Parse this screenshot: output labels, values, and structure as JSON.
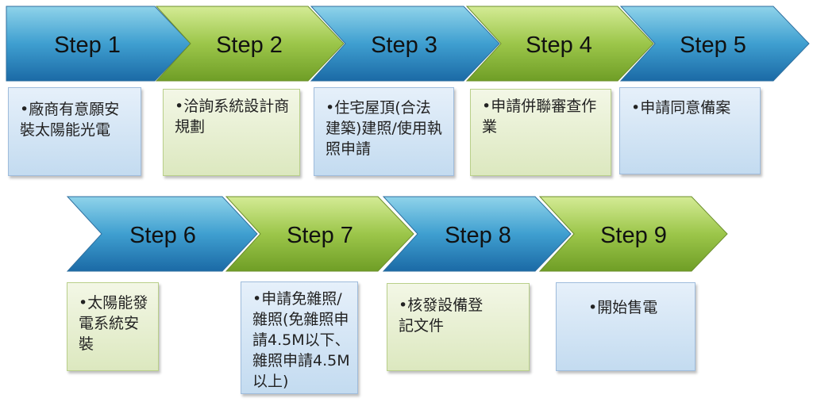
{
  "steps": [
    {
      "label": "Step 1",
      "text": "•廠商有意願安裝太陽能光電",
      "color": "blue"
    },
    {
      "label": "Step 2",
      "text": "•洽詢系統設計商規劃",
      "color": "green"
    },
    {
      "label": "Step 3",
      "text": "•住宅屋頂(合法建築)建照/使用執照申請",
      "color": "blue"
    },
    {
      "label": "Step 4",
      "text": "•申請併聯審查作業",
      "color": "green"
    },
    {
      "label": "Step 5",
      "text": "•申請同意備案",
      "color": "blue"
    },
    {
      "label": "Step 6",
      "text": "•太陽能發電系統安裝",
      "color": "blue"
    },
    {
      "label": "Step 7",
      "text": "•申請免雜照/雜照(免雜照申請4.5M以下、雜照申請4.5M以上)",
      "color": "green"
    },
    {
      "label": "Step 8",
      "text": "•核發設備登記文件",
      "color": "blue"
    },
    {
      "label": "Step 9",
      "text": "•開始售電",
      "color": "green"
    }
  ]
}
